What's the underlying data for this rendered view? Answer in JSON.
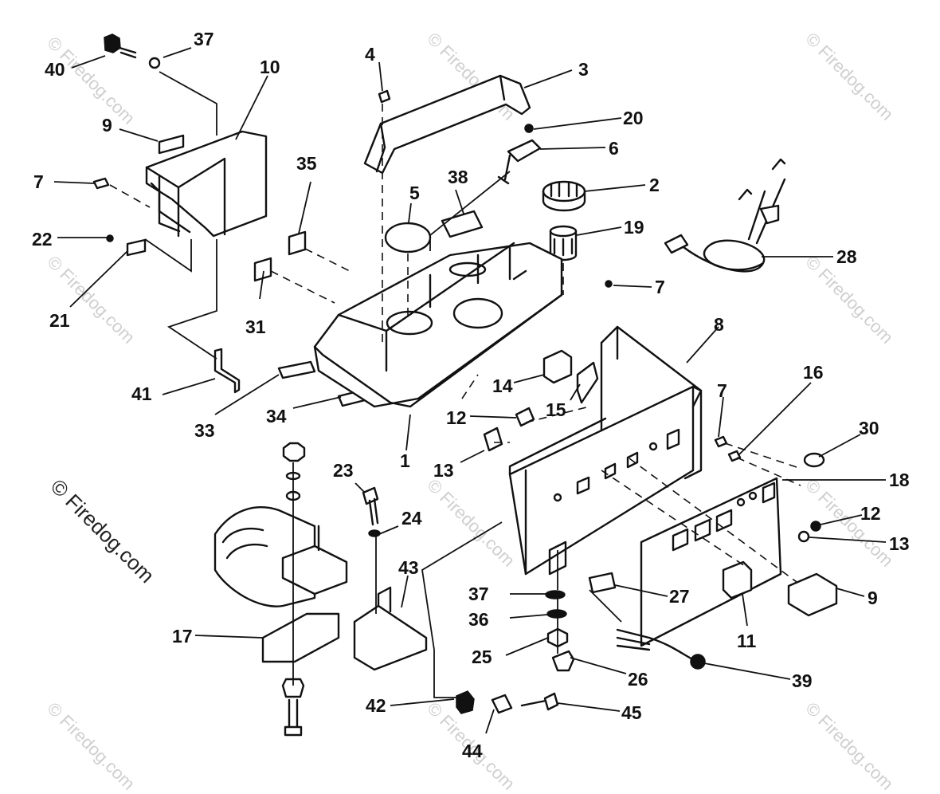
{
  "watermark": {
    "text": "© Firedog.com"
  },
  "callouts": {
    "c1": "1",
    "c2": "2",
    "c3": "3",
    "c4": "4",
    "c5": "5",
    "c6": "6",
    "c7a": "7",
    "c7b": "7",
    "c7c": "7",
    "c8": "8",
    "c9a": "9",
    "c9b": "9",
    "c10": "10",
    "c11": "11",
    "c12a": "12",
    "c12b": "12",
    "c13a": "13",
    "c13b": "13",
    "c14": "14",
    "c15": "15",
    "c16": "16",
    "c17": "17",
    "c18": "18",
    "c19": "19",
    "c20": "20",
    "c21": "21",
    "c22": "22",
    "c23": "23",
    "c24": "24",
    "c25": "25",
    "c26": "26",
    "c27": "27",
    "c28": "28",
    "c30": "30",
    "c31": "31",
    "c33": "33",
    "c34": "34",
    "c35": "35",
    "c36": "36",
    "c37a": "37",
    "c37b": "37",
    "c38": "38",
    "c39": "39",
    "c40": "40",
    "c41": "41",
    "c42": "42",
    "c43": "43",
    "c44": "44",
    "c45": "45"
  }
}
